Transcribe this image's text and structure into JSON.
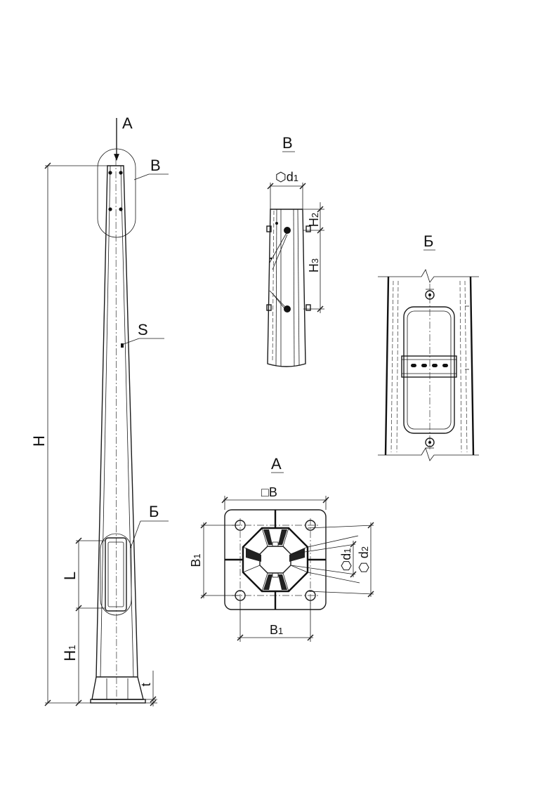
{
  "pole": {
    "view_marker": "А",
    "callout_top": "В",
    "callout_door": "Б",
    "wall_label": "S",
    "dim_total": "H",
    "dim_door": "L",
    "dim_base": "H",
    "dim_base_sub": "1",
    "dim_plate": "t"
  },
  "detail_v": {
    "title": "В",
    "d1": "⬡d",
    "d1_sub": "1",
    "h2": "H",
    "h2_sub": "2",
    "h3": "H",
    "h3_sub": "3"
  },
  "detail_b": {
    "title": "Б"
  },
  "view_a": {
    "title": "А",
    "b_outer": "□B",
    "b1_left": "B",
    "b1_left_sub": "1",
    "b1_bottom": "B",
    "b1_bottom_sub": "1",
    "d1": "⬡d",
    "d1_sub": "1",
    "d2": "⬡ d",
    "d2_sub": "2"
  }
}
